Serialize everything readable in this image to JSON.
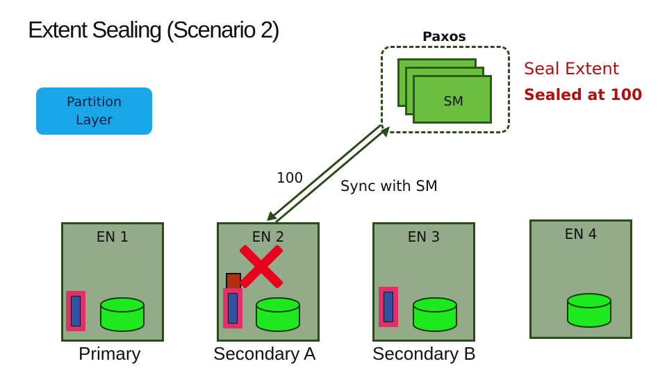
{
  "title": "Extent Sealing (Scenario 2)",
  "paxos": {
    "label": "Paxos",
    "sm_label": "SM"
  },
  "seal": {
    "line1": "Seal Extent",
    "line2": "Sealed at 100"
  },
  "partition_layer": {
    "label": "Partition\nLayer"
  },
  "messages": {
    "value": "100",
    "sync_label": "Sync with SM"
  },
  "nodes": [
    {
      "label": "EN 1",
      "role": "Primary"
    },
    {
      "label": "EN 2",
      "role": "Secondary A",
      "failed": true
    },
    {
      "label": "EN 3",
      "role": "Secondary B"
    },
    {
      "label": "EN 4",
      "role": ""
    }
  ],
  "colors": {
    "node_fill": "#93ab88",
    "sm_fill": "#6abf3e",
    "partition_fill": "#1aa7ea",
    "disk_fill": "#1ee81e",
    "extent_highlight": "#e0306a",
    "extent_fill": "#3352a3",
    "failure_mark": "#e8001c",
    "seal_text": "#b01010"
  },
  "icons": [
    "disk-icon",
    "extent-icon",
    "failure-x-icon"
  ]
}
